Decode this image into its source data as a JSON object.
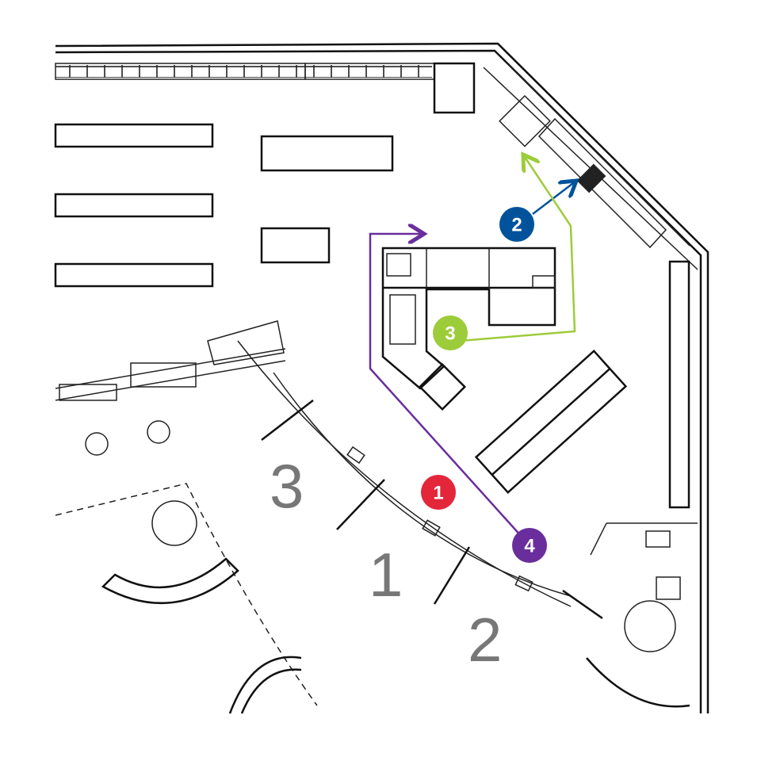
{
  "zone_labels": [
    "3",
    "1",
    "2"
  ],
  "markers": [
    {
      "label": "1",
      "color": "#e3263a"
    },
    {
      "label": "2",
      "color": "#00529b"
    },
    {
      "label": "3",
      "color": "#9dcc3b"
    },
    {
      "label": "4",
      "color": "#6a2e9c"
    }
  ],
  "routes": [
    {
      "from_marker": "2",
      "color": "#00529b"
    },
    {
      "from_marker": "3",
      "color": "#9dcc3b"
    },
    {
      "from_marker": "4",
      "color": "#6a2e9c"
    }
  ]
}
